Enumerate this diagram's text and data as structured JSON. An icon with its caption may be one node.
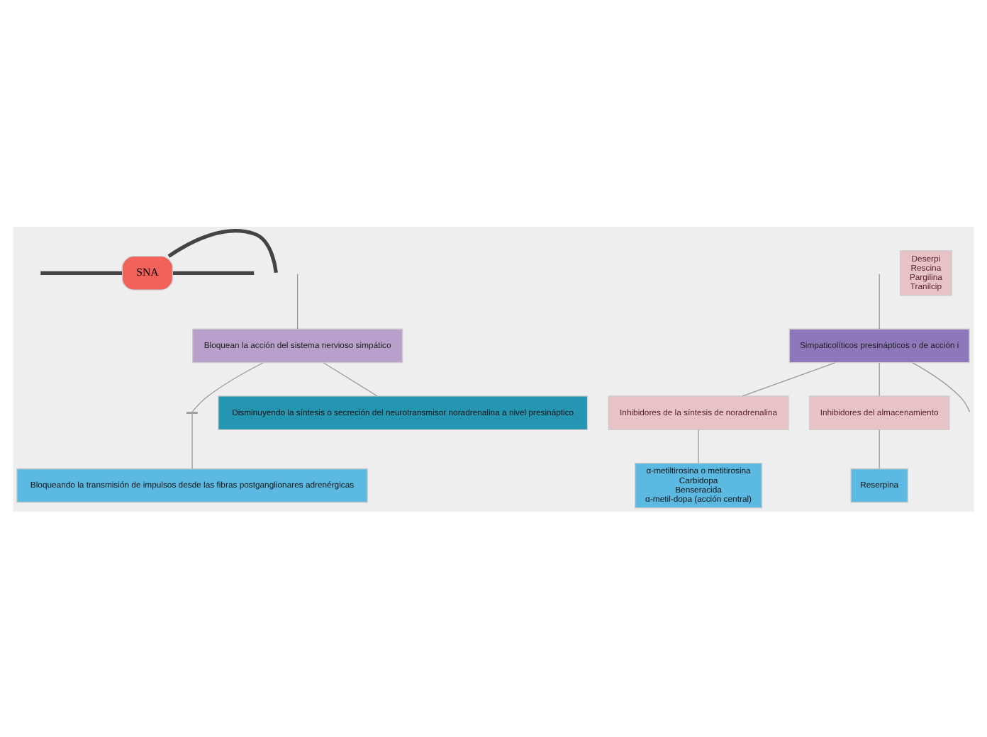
{
  "diagram": {
    "nodes": [
      {
        "text": [
          "SNA"
        ]
      },
      {
        "text": [
          "Bloquean la acción del sistema nervioso simpático"
        ]
      },
      {
        "text": [
          "Simpaticolíticos presinápticos o de acción i"
        ]
      },
      {
        "text": [],
        "shape": "bar"
      },
      {
        "text": [
          "Disminuyendo la síntesis o secreción del neurotransmisor noradrenalina a nivel presináptico"
        ]
      },
      {
        "text": [
          "Inhibidores de la síntesis de noradrenalina"
        ]
      },
      {
        "text": [
          "Inhibidores del almacenamiento"
        ]
      },
      {
        "text": [
          "Bloqueando la transmisión de impulsos desde las fibras postganglionares adrenérgicas"
        ]
      },
      {
        "text": [
          "α-metiltirosina o metitirosina",
          "Carbidopa",
          "Benseracida",
          "α-metil-dopa (acción central)"
        ]
      },
      {
        "text": [
          "Reserpina"
        ]
      },
      {
        "text": [
          "Deserpi",
          "Rescina",
          "Pargilina",
          "Tranilcip"
        ]
      }
    ],
    "edges": [
      {
        "from": 0,
        "to": null,
        "arrow": "none",
        "style": "thick",
        "color": "#444444"
      },
      {
        "from": 0,
        "to": null,
        "arrow": "none",
        "style": "thick",
        "color": "#444444"
      },
      {
        "from": 0,
        "to": null,
        "arrow": "none",
        "style": "thick",
        "color": "#444444"
      },
      {
        "from": null,
        "to": 1,
        "arrow": "none"
      },
      {
        "from": null,
        "to": 2,
        "arrow": "none"
      },
      {
        "from": 1,
        "to": 3,
        "arrow": "none"
      },
      {
        "from": 1,
        "to": 4,
        "arrow": "none"
      },
      {
        "from": 3,
        "to": 7,
        "arrow": "none"
      },
      {
        "from": 2,
        "to": 5,
        "arrow": "none"
      },
      {
        "from": 2,
        "to": 6,
        "arrow": "none"
      },
      {
        "from": 2,
        "to": null,
        "arrow": "none"
      },
      {
        "from": 5,
        "to": 8,
        "arrow": "none"
      },
      {
        "from": 6,
        "to": 9,
        "arrow": "none"
      }
    ]
  }
}
